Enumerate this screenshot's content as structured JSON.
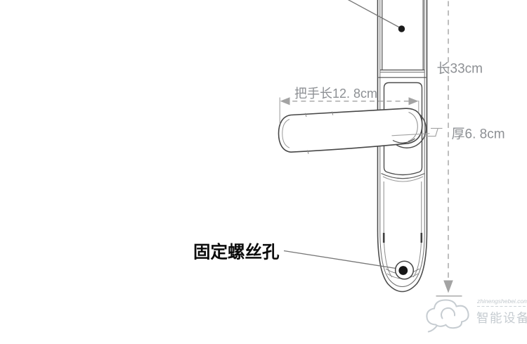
{
  "diagram": {
    "subject": "door-lock-handle-dimension-diagram",
    "annotations": {
      "handle_length_label": "把手长12. 8cm",
      "overall_length_label": "长33cm",
      "thickness_label": "厚6. 8cm",
      "screw_hole_label": "固定螺丝孔"
    },
    "dimensions": {
      "handle_length_cm": "12.8",
      "overall_length_cm": "33",
      "thickness_cm": "6.8"
    },
    "watermark": {
      "brand_en": "zhinengshebei.com",
      "brand_cn": "智能设备"
    },
    "colors": {
      "background": "#ffffff",
      "lock_outline": "#4d4d4d",
      "secondary_line": "#8a8a8a",
      "dimension_gray": "#a3a3a3",
      "dimension_text": "#8d9094",
      "callout_text": "#0c0c0c",
      "dot_fill": "#161616",
      "watermark_gray": "#c6ccd1"
    }
  }
}
